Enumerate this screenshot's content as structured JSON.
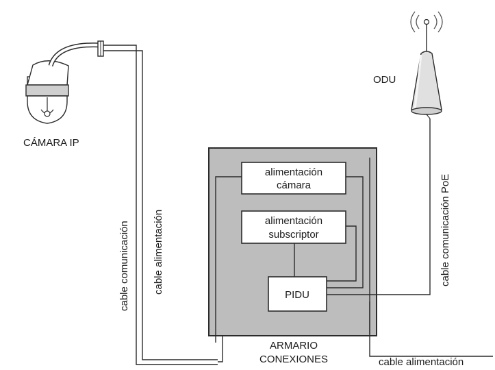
{
  "camera": {
    "label": "CÁMARA IP",
    "icon": "dome-camera-icon"
  },
  "odu": {
    "label": "ODU",
    "icon": "antenna-icon"
  },
  "cabinet": {
    "label_line1": "ARMARIO",
    "label_line2": "CONEXIONES",
    "fill_color": "#bdbdbd",
    "boxes": {
      "camera_power": {
        "line1": "alimentación",
        "line2": "cámara"
      },
      "subscriber_power": {
        "line1": "alimentación",
        "line2": "subscriptor"
      },
      "pidu": {
        "label": "PIDU"
      }
    }
  },
  "cables": {
    "communication": "cable comunicación",
    "power": "cable alimentación",
    "poe": "cable comunicación PoE",
    "power_out": "cable alimentación"
  }
}
